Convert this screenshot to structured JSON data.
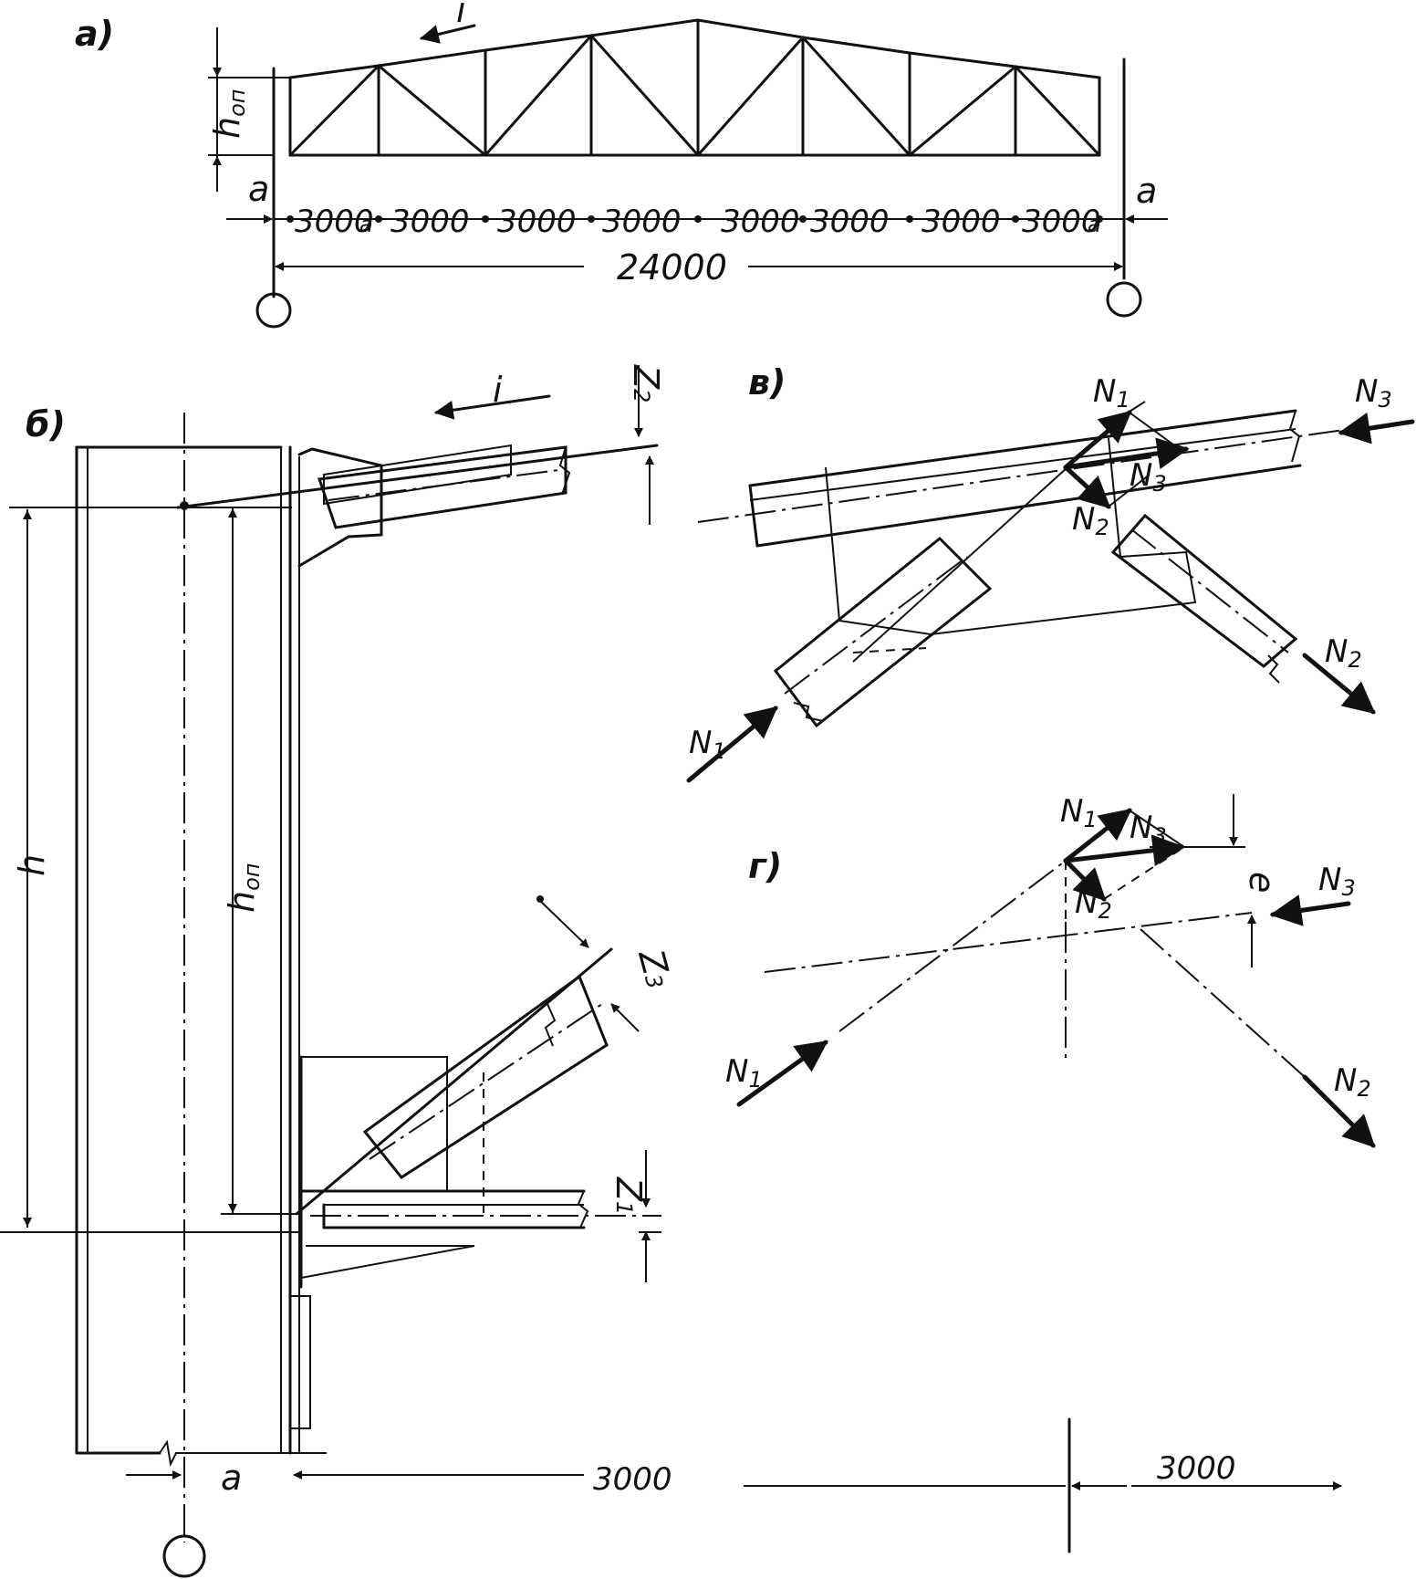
{
  "panels": {
    "a": {
      "label": "а)"
    },
    "b": {
      "label": "б)"
    },
    "v": {
      "label": "в)"
    },
    "g": {
      "label": "г)"
    }
  },
  "panel_a": {
    "slope_label": "i",
    "height_label": "h",
    "height_sub": "оп",
    "offset_label": "a",
    "panels": [
      "3000",
      "3000",
      "3000",
      "3000",
      "3000",
      "3000",
      "3000",
      "3000"
    ],
    "panel_offset_marks": [
      "a",
      "a"
    ],
    "span": "24000"
  },
  "panel_b": {
    "slope_label": "i",
    "column_height": "h",
    "support_height": "h",
    "support_height_sub": "оп",
    "z2": {
      "letter": "Z",
      "index": "2"
    },
    "z3": {
      "letter": "Z",
      "index": "3"
    },
    "z1": {
      "letter": "Z",
      "index": "1"
    },
    "offset": "a",
    "dim_left": "3000",
    "dim_right": "3000"
  },
  "panel_v": {
    "forces": [
      {
        "sym": "N",
        "idx": "1"
      },
      {
        "sym": "N",
        "idx": "3"
      },
      {
        "sym": "N",
        "idx": "2"
      },
      {
        "sym": "N",
        "idx": "3"
      },
      {
        "sym": "N",
        "idx": "2"
      },
      {
        "sym": "N",
        "idx": "1"
      }
    ]
  },
  "panel_g": {
    "eccentricity": "e",
    "forces": [
      {
        "sym": "N",
        "idx": "1"
      },
      {
        "sym": "N",
        "idx": "3"
      },
      {
        "sym": "N",
        "idx": "2"
      },
      {
        "sym": "N",
        "idx": "3"
      },
      {
        "sym": "N",
        "idx": "1"
      },
      {
        "sym": "N",
        "idx": "2"
      }
    ]
  }
}
